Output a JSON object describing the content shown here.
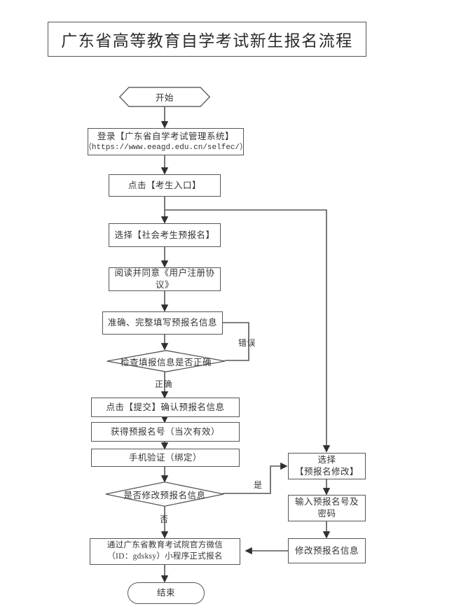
{
  "document": {
    "title": "广东省高等教育自学考试新生报名流程",
    "type": "flowchart",
    "language": "zh-CN",
    "background_color": "#ffffff",
    "line_color": "#55565a",
    "text_color": "#343437"
  },
  "nodes": {
    "start": {
      "shape": "hexagon",
      "label": "开始"
    },
    "login": {
      "shape": "rectangle",
      "label_line1": "登录【广东省自学考试管理系统】",
      "label_line2": "（https://www.eeagd.edu.cn/selfec/）"
    },
    "click_entry": {
      "shape": "rectangle",
      "label": "点击【考生入口】"
    },
    "select_pre_register": {
      "shape": "rectangle",
      "label": "选择【社会考生预报名】"
    },
    "agree_terms": {
      "shape": "rectangle",
      "label": "阅读并同意《用户注册协议》"
    },
    "fill_info": {
      "shape": "rectangle",
      "label": "准确、完整填写预报名信息"
    },
    "check_info": {
      "shape": "diamond",
      "label": "检查填报信息是否正确"
    },
    "submit_confirm": {
      "shape": "rectangle",
      "label": "点击【提交】确认预报名信息"
    },
    "get_number": {
      "shape": "rectangle",
      "label": "获得预报名号（当次有效）"
    },
    "phone_verify": {
      "shape": "rectangle",
      "label": "手机验证（绑定）"
    },
    "need_modify": {
      "shape": "diamond",
      "label": "是否修改预报名信息"
    },
    "official_register": {
      "shape": "rectangle",
      "label_line1": "通过广东省教育考试院官方微信",
      "label_line2": "（ID：gdsksy）小程序正式报名"
    },
    "end": {
      "shape": "rounded-rectangle",
      "label": "结束"
    },
    "select_modify": {
      "shape": "rectangle",
      "label_line1": "选择",
      "label_line2": "【预报名修改】"
    },
    "input_credentials": {
      "shape": "rectangle",
      "label_line1": "输入预报名号及",
      "label_line2": "密码"
    },
    "modify_info": {
      "shape": "rectangle",
      "label": "修改预报名信息"
    }
  },
  "edge_labels": {
    "error": "错误",
    "correct": "正确",
    "yes": "是",
    "no": "否"
  }
}
